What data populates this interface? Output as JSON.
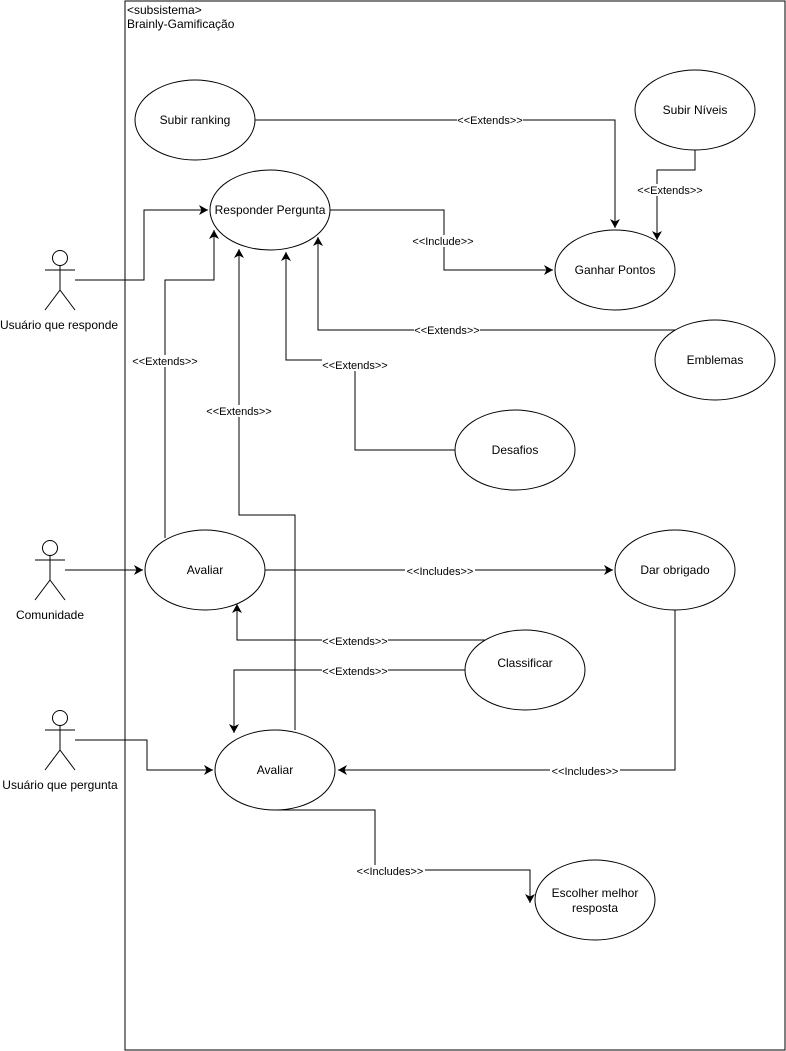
{
  "system": {
    "stereotype": "<subsistema>",
    "name": "Brainly-Gamificação"
  },
  "actors": {
    "responder": "Usuário que responde",
    "community": "Comunidade",
    "asker": "Usuário que pergunta"
  },
  "use_cases": {
    "subir_ranking": "Subir ranking",
    "subir_niveis": "Subir Níveis",
    "responder_pergunta": "Responder Pergunta",
    "ganhar_pontos": "Ganhar Pontos",
    "emblemas": "Emblemas",
    "desafios": "Desafios",
    "avaliar_comunidade": "Avaliar",
    "dar_obrigado": "Dar obrigado",
    "classificar": "Classificar",
    "avaliar_pergunta": "Avaliar",
    "escolher_melhor_resposta_1": "Escolher melhor",
    "escolher_melhor_resposta_2": "resposta"
  },
  "relations": {
    "extends": "<<Extends>>",
    "include": "<<Include>>",
    "includes": "<<Includes>>"
  }
}
